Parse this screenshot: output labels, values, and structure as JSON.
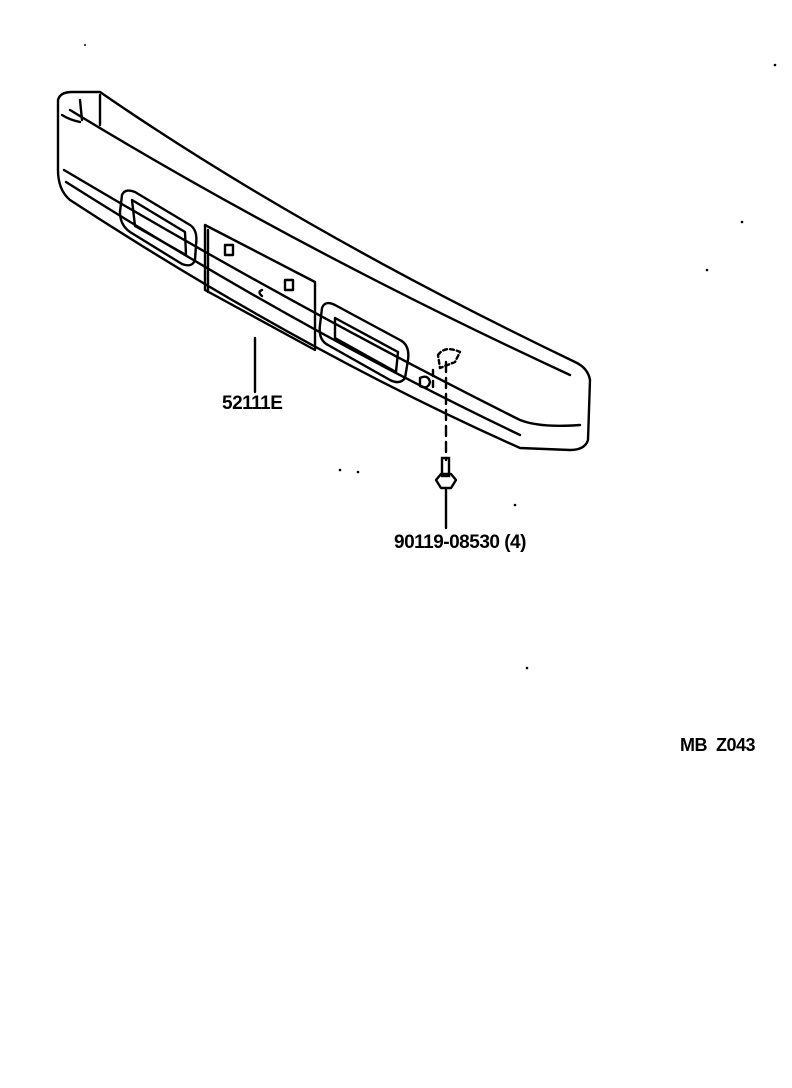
{
  "parts": [
    {
      "part_number": "52111E"
    },
    {
      "part_number": "90119-08530",
      "quantity": "(4)"
    }
  ],
  "diagram_code": {
    "prefix": "MB",
    "code": "Z043"
  }
}
